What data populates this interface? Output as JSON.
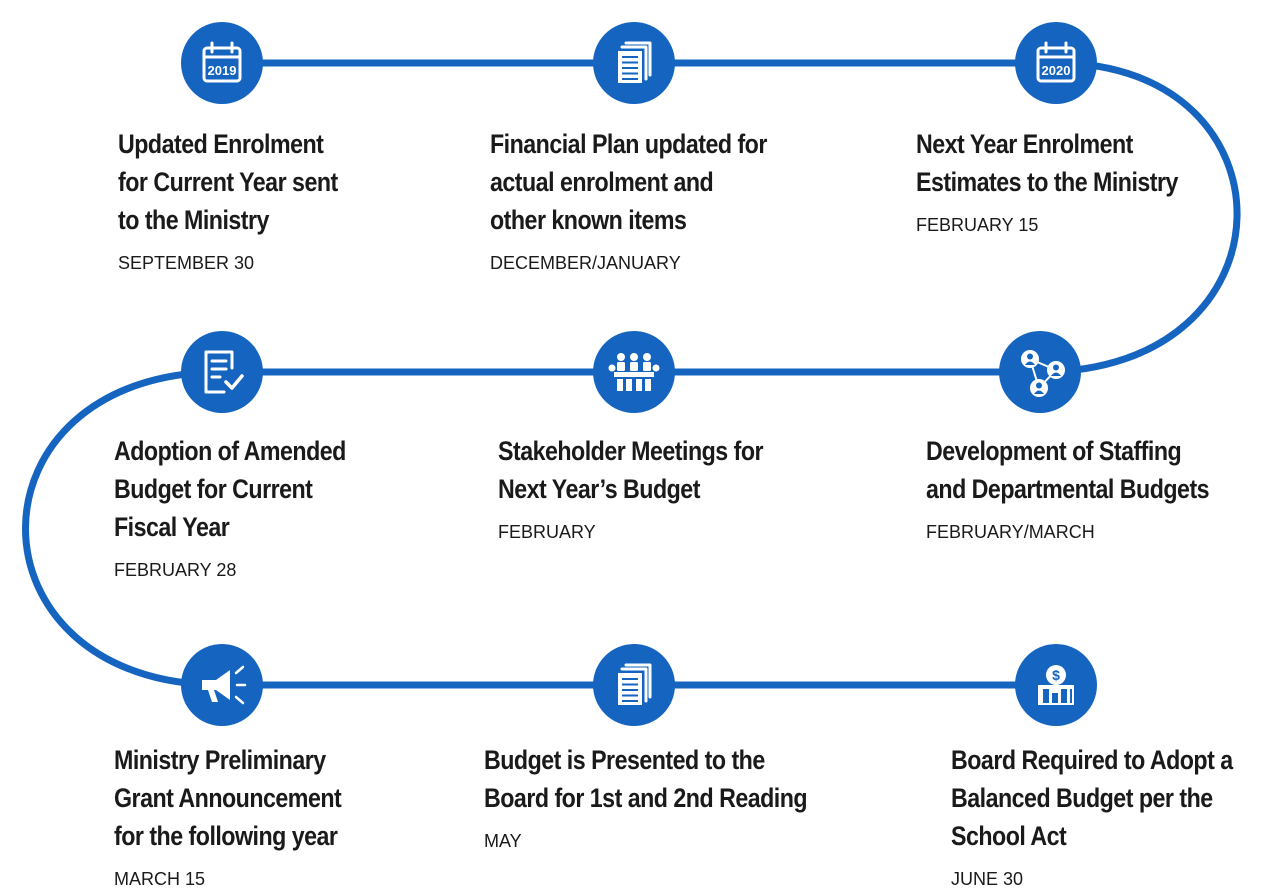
{
  "colors": {
    "accent": "#1565c0",
    "icon_fill": "#ffffff",
    "text": "#1a1a1a"
  },
  "steps": [
    {
      "icon": "calendar-icon",
      "icon_text": "2019",
      "title_lines": [
        "Updated Enrolment",
        "for Current Year sent",
        "to the Ministry"
      ],
      "date": "SEPTEMBER 30"
    },
    {
      "icon": "document-icon",
      "icon_text": "",
      "title_lines": [
        "Financial Plan updated for",
        "actual enrolment and",
        "other known items"
      ],
      "date": "DECEMBER/JANUARY"
    },
    {
      "icon": "calendar-icon",
      "icon_text": "2020",
      "title_lines": [
        "Next Year Enrolment",
        "Estimates to the Ministry"
      ],
      "date": "FEBRUARY 15"
    },
    {
      "icon": "checklist-icon",
      "icon_text": "",
      "title_lines": [
        "Adoption of Amended",
        "Budget for Current",
        "Fiscal Year"
      ],
      "date": "FEBRUARY 28"
    },
    {
      "icon": "meeting-icon",
      "icon_text": "",
      "title_lines": [
        "Stakeholder Meetings for",
        "Next Year’s Budget"
      ],
      "date": "FEBRUARY"
    },
    {
      "icon": "network-icon",
      "icon_text": "",
      "title_lines": [
        "Development of Staffing",
        "and Departmental Budgets"
      ],
      "date": "FEBRUARY/MARCH"
    },
    {
      "icon": "megaphone-icon",
      "icon_text": "",
      "title_lines": [
        "Ministry Preliminary",
        "Grant Announcement",
        "for the following year"
      ],
      "date": "MARCH 15"
    },
    {
      "icon": "document-icon",
      "icon_text": "",
      "title_lines": [
        "Budget is Presented to the",
        "Board for 1st and 2nd Reading"
      ],
      "date": "MAY"
    },
    {
      "icon": "budget-icon",
      "icon_text": "$",
      "title_lines": [
        "Board Required to Adopt a",
        "Balanced Budget per the",
        "School Act"
      ],
      "date": "JUNE 30"
    }
  ]
}
